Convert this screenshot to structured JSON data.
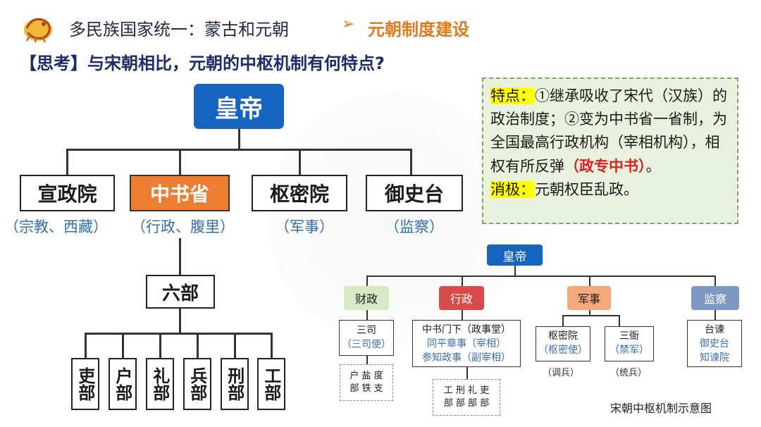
{
  "header": {
    "title": "多民族国家统一：蒙古和元朝",
    "arrow": "➢",
    "subtitle": "元朝制度建设"
  },
  "question": "【思考】与宋朝相比，元朝的中枢机制有何特点?",
  "yuan": {
    "emperor": "皇帝",
    "offices": [
      {
        "name": "宣政院",
        "note": "（宗教、西藏）"
      },
      {
        "name": "中书省",
        "note": "（行政、腹里）"
      },
      {
        "name": "枢密院",
        "note": "（军事）"
      },
      {
        "name": "御史台",
        "note": "（监察）"
      }
    ],
    "liubu": "六部",
    "departments": [
      "吏部",
      "户部",
      "礼部",
      "兵部",
      "刑部",
      "工部"
    ]
  },
  "panel": {
    "label1": "特点：",
    "text1": "①继承吸收了宋代（汉族）的政治制度；②变为中书省一省制，为全国最高行政机构（宰相机构），相权有所反弹",
    "highlight": "（政专中书）",
    "end1": "。",
    "label2": "消极：",
    "text2": "元朝权臣乱政。"
  },
  "song": {
    "emperor": "皇帝",
    "categories": [
      "财政",
      "行政",
      "军事",
      "监察"
    ],
    "sansi": "三司",
    "sansi_sub": "（三司使）",
    "sansi_children": "户 盐 度\n部 铁 支",
    "zhongshu": "中书门下（政事堂）",
    "zhongshu_l1": "同平章事（宰相）",
    "zhongshu_l2": "参知政事（副宰相）",
    "zhongshu_children": "工 刑 礼 吏\n部 部 部 部",
    "shumi": "枢密院",
    "shumi_sub": "（枢密使）",
    "shumi_note": "（调兵）",
    "sanya": "三衙",
    "sanya_sub": "（禁军）",
    "sanya_note": "（统兵）",
    "taijian": "台谏",
    "taijian_l1": "御史台",
    "taijian_l2": "知谏院",
    "caption": "宋朝中枢机制示意图"
  },
  "colors": {
    "emperor_blue": "#1565c0",
    "zhongshu_orange": "#ed7d31",
    "accent_orange": "#e07a1a",
    "panel_green": "#e8f2de",
    "highlight_yellow": "#ffff00",
    "highlight_red": "#e02020"
  }
}
